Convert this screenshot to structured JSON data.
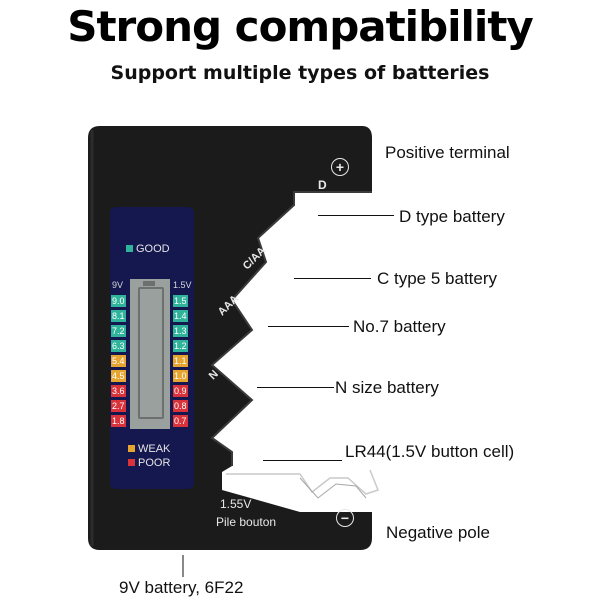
{
  "header": {
    "title": "Strong compatibility",
    "subtitle": "Support multiple types of batteries"
  },
  "callouts": {
    "positive": "Positive terminal",
    "d_type": "D type battery",
    "c_type": "C type 5 battery",
    "no7": "No.7 battery",
    "n_size": "N size battery",
    "lr44": "LR44(1.5V button cell)",
    "negative": "Negative pole",
    "nine_volt": "9V battery, 6F22"
  },
  "device": {
    "slot_d": "D",
    "slot_caa": "C/AA",
    "slot_aaa": "AAA",
    "slot_n": "N",
    "button_voltage": "1.55V",
    "button_label": "Pile bouton",
    "plus_symbol": "+",
    "minus_symbol": "−",
    "panel": {
      "good_label": "GOOD",
      "weak_label": "WEAK",
      "poor_label": "POOR",
      "left_header": "9V",
      "right_header": "1.5V",
      "left_scale": [
        "9.0",
        "8.1",
        "7.2",
        "6.3",
        "5.4",
        "4.5",
        "3.6",
        "2.7",
        "1.8"
      ],
      "right_scale": [
        "1.5",
        "1.4",
        "1.3",
        "1.2",
        "1.1",
        "1.0",
        "0.9",
        "0.8",
        "0.7"
      ]
    }
  },
  "colors": {
    "good": "#2fb39a",
    "weak": "#e6a530",
    "poor": "#d8323a",
    "device_body": "#1b1b1b",
    "panel": "#15174f"
  }
}
